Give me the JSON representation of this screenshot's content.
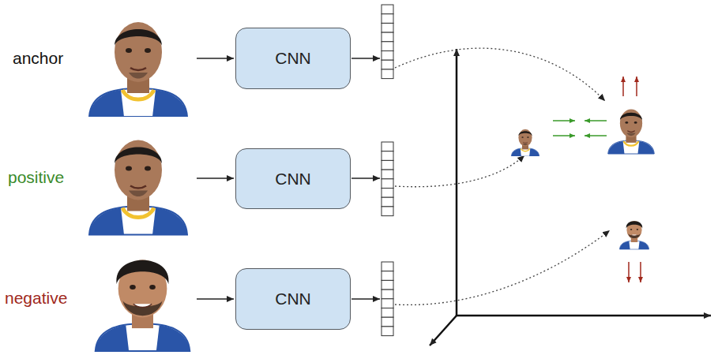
{
  "diagram": {
    "nodes": [
      {
        "text": [
          "CNN"
        ]
      },
      {
        "text": [
          "CNN"
        ]
      },
      {
        "text": [
          "CNN"
        ]
      }
    ],
    "labels": [
      "anchor",
      "positive",
      "negative"
    ]
  }
}
